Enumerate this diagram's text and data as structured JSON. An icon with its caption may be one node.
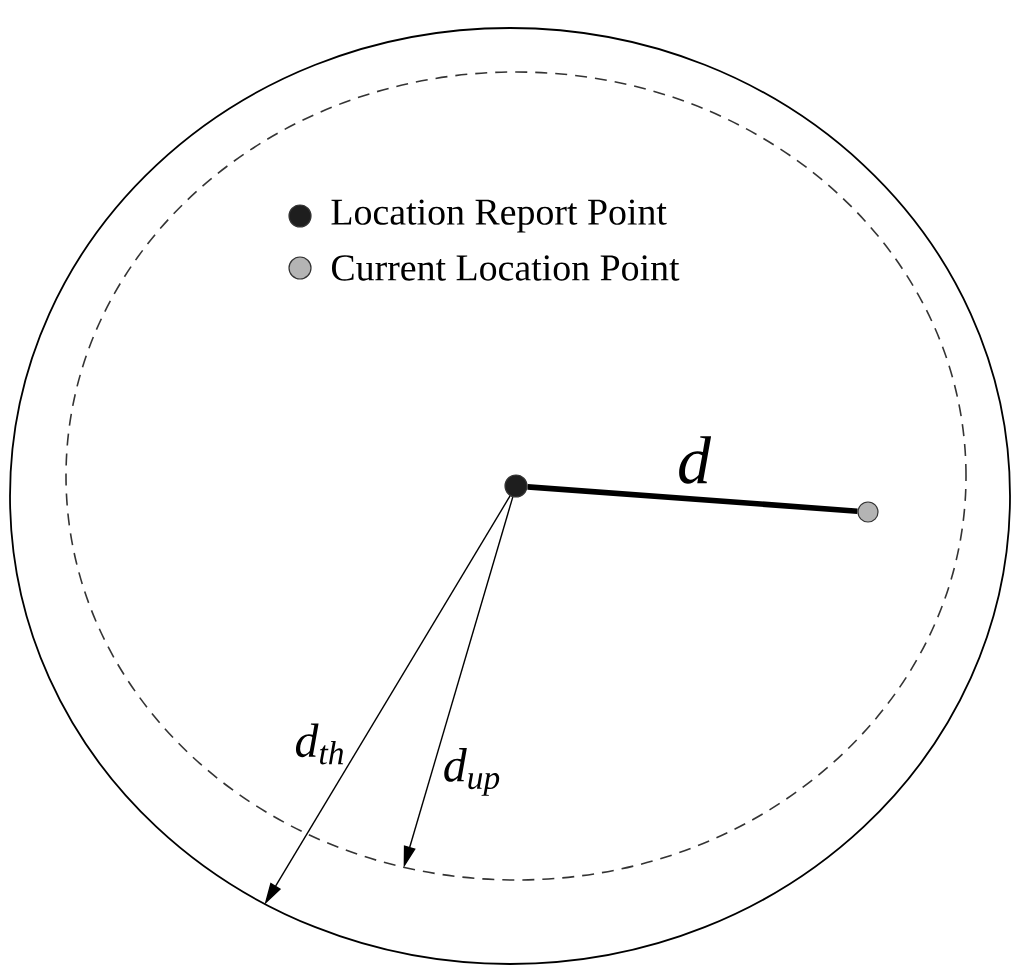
{
  "diagram": {
    "nodes": [
      {
        "text": [],
        "shape": "circle"
      },
      {
        "text": [],
        "shape": "circle",
        "in": 0
      },
      {
        "text": [],
        "shape": "circle",
        "in": 1
      },
      {
        "text": [],
        "shape": "circle",
        "in": 1
      }
    ],
    "edges": [
      {
        "from": 2,
        "to": 3,
        "arrow": "none",
        "label": "d",
        "style": "thick"
      },
      {
        "from": 2,
        "to": 0,
        "arrow": "to",
        "label": "d$_{th}$"
      },
      {
        "from": 2,
        "to": 1,
        "arrow": "to",
        "label": "d$_{up}$"
      }
    ],
    "legend": [
      {
        "text": "Location Report Point",
        "color": "#1e1e1e"
      },
      {
        "text": "Current Location Point",
        "color": "#b4b4b4"
      }
    ]
  }
}
